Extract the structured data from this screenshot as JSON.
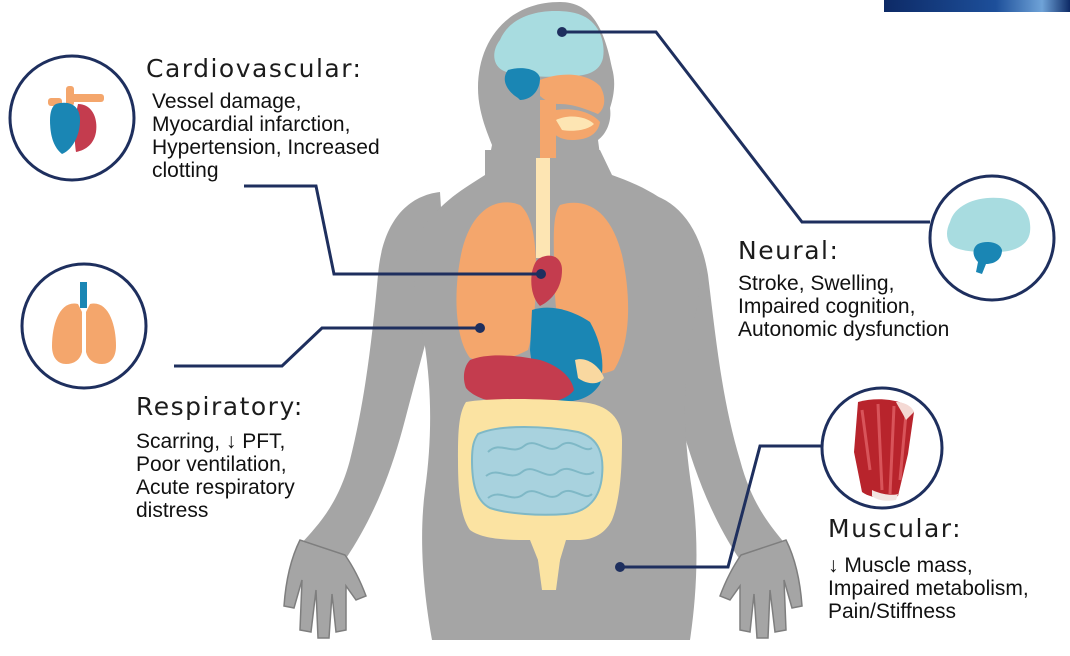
{
  "colors": {
    "body": "#a5a5a5",
    "organ_orange": "#f4a66c",
    "heart_red": "#c43c4e",
    "vessel_blue": "#1a86b4",
    "brain_blue": "#a8dce0",
    "intestine_blue": "#a8d2de",
    "colon_cream": "#fbe3a2",
    "trachea_cream": "#fde5b3",
    "line_navy": "#1e2f5e"
  },
  "systems": {
    "cardiovascular": {
      "title": "Cardiovascular:",
      "lines": [
        "Vessel damage,",
        "Myocardial infarction,",
        "Hypertension, Increased",
        "clotting"
      ],
      "icon": "heart-icon"
    },
    "neural": {
      "title": "Neural:",
      "lines": [
        "Stroke, Swelling,",
        "Impaired cognition,",
        "Autonomic dysfunction"
      ],
      "icon": "brain-icon"
    },
    "respiratory": {
      "title": "Respiratory:",
      "lines": [
        "Scarring, ↓ PFT,",
        "Poor ventilation,",
        "Acute respiratory",
        "distress"
      ],
      "icon": "lungs-icon"
    },
    "muscular": {
      "title": "Muscular:",
      "lines": [
        "↓ Muscle mass,",
        "Impaired metabolism,",
        "Pain/Stiffness"
      ],
      "icon": "muscle-icon"
    }
  }
}
